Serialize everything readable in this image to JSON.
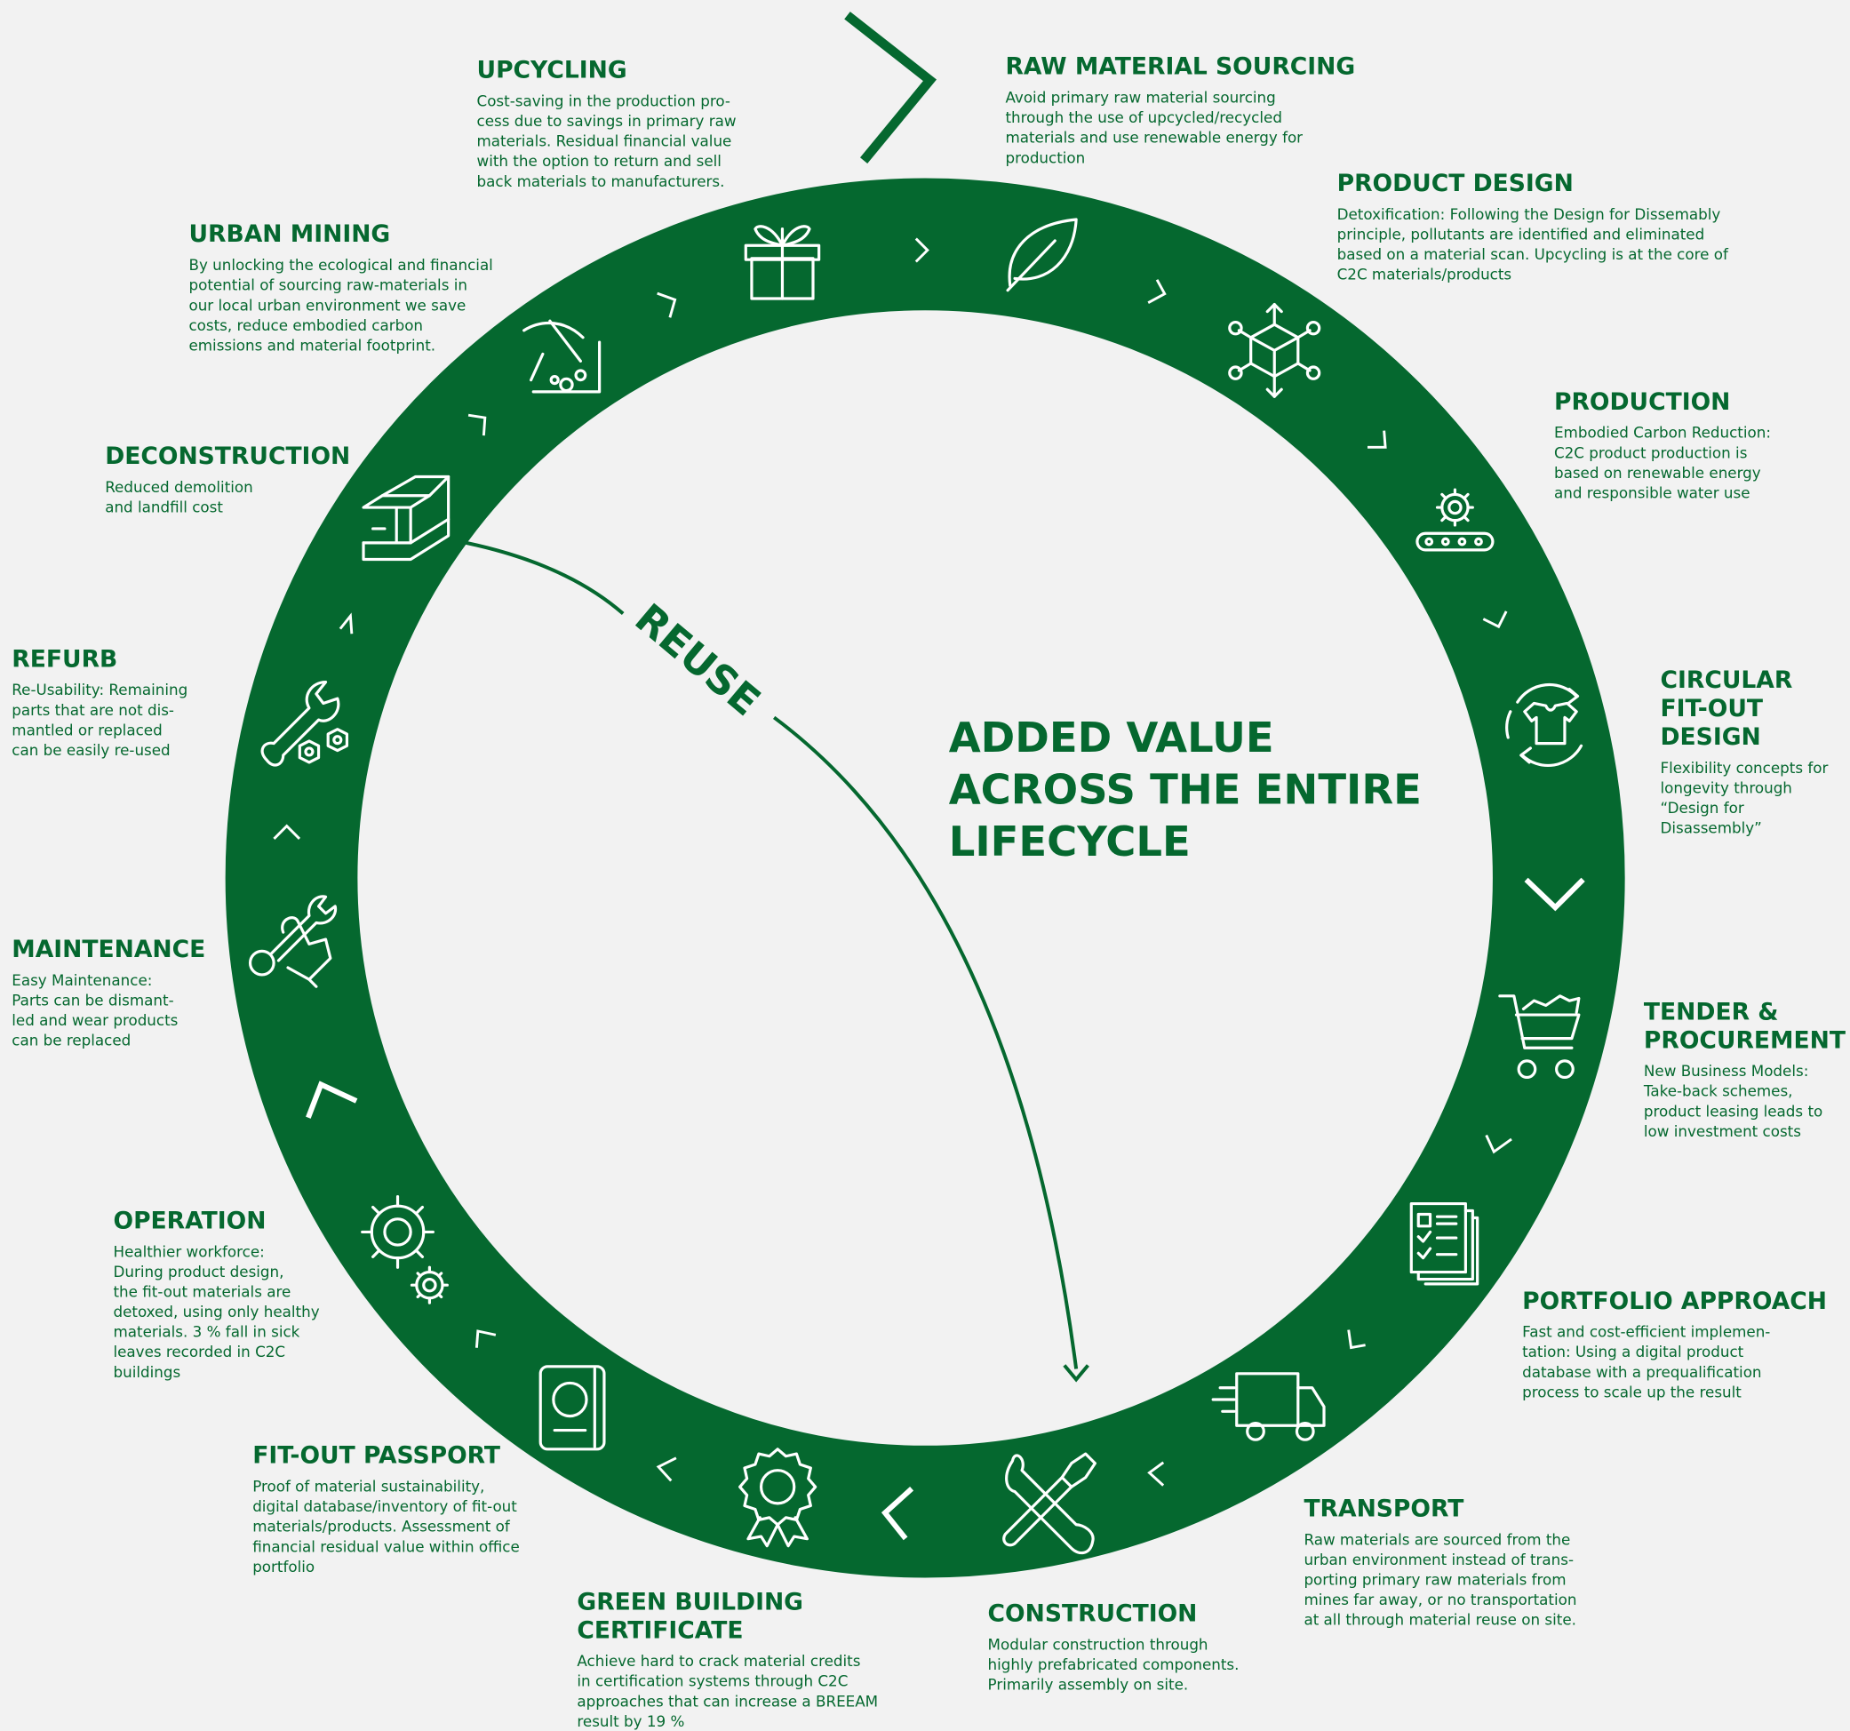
{
  "center_title": "ADDED VALUE\nACROSS THE ENTIRE\nLIFECYCLE",
  "reuse_label": "REUSE",
  "colors": {
    "brand_green": "#05682f",
    "background": "#f2f2f2",
    "icon_stroke": "#ffffff"
  },
  "stages": {
    "raw_material_sourcing": {
      "title": "RAW MATERIAL SOURCING",
      "text": "Avoid primary raw material sourcing\nthrough the use of upcycled/recycled\nmaterials and use renewable energy for\nproduction",
      "icon": "leaf-icon"
    },
    "product_design": {
      "title": "PRODUCT DESIGN",
      "text": "Detoxification: Following the Design for Dissemably\nprinciple, pollutants are identified and eliminated\nbased on a material scan. Upcycling is at the core of\nC2C materials/products",
      "icon": "cube-network-icon"
    },
    "production": {
      "title": "PRODUCTION",
      "text": "Embodied Carbon Reduction:\nC2C product production is\nbased on renewable energy\nand responsible water use",
      "icon": "conveyor-gear-icon"
    },
    "circular_fitout_design": {
      "title": "CIRCULAR\nFIT-OUT DESIGN",
      "text": "Flexibility concepts for\nlongevity through\n“Design for Disassembly”",
      "icon": "recycle-shirt-icon"
    },
    "tender_procurement": {
      "title": "TENDER &\nPROCUREMENT",
      "text": "New Business Models:\nTake-back schemes,\nproduct leasing leads to\nlow investment costs",
      "icon": "shopping-cart-icon"
    },
    "portfolio_approach": {
      "title": "PORTFOLIO APPROACH",
      "text": "Fast and cost-efficient implemen-\ntation: Using a digital product\ndatabase with a prequalification\nprocess to scale up the result",
      "icon": "checklist-documents-icon"
    },
    "transport": {
      "title": "TRANSPORT",
      "text": "Raw materials are sourced from the\nurban environment instead of trans-\nporting primary raw materials from\nmines far away, or no transportation\nat all through material reuse on site.",
      "icon": "delivery-truck-icon"
    },
    "construction": {
      "title": "CONSTRUCTION",
      "text": "Modular construction through\nhighly prefabricated components.\nPrimarily assembly on site.",
      "icon": "wrench-screwdriver-icon"
    },
    "green_building_certificate": {
      "title": "GREEN BUILDING\nCERTIFICATE",
      "text": "Achieve hard to crack material credits\nin certification systems through C2C\napproaches that can increase a BREEAM\nresult by 19 %",
      "icon": "award-badge-icon"
    },
    "fitout_passport": {
      "title": "FIT-OUT PASSPORT",
      "text": "Proof of material sustainability,\ndigital database/inventory of fit-out\nmaterials/products. Assessment of\nfinancial residual value within office\nportfolio",
      "icon": "passport-icon"
    },
    "operation": {
      "title": "OPERATION",
      "text": "Healthier workforce:\nDuring product design,\nthe fit-out materials are\ndetoxed, using only healthy\nmaterials. 3 % fall in sick\nleaves recorded in C2C\nbuildings",
      "icon": "gears-icon"
    },
    "maintenance": {
      "title": "MAINTENANCE",
      "text": "Easy Maintenance:\nParts can be dismant-\nled and wear products\ncan be replaced",
      "icon": "hand-wrench-icon"
    },
    "refurb": {
      "title": "REFURB",
      "text": "Re-Usability: Remaining\nparts that are not dis-\nmantled or replaced\ncan be easily re-used",
      "icon": "wrench-nuts-icon"
    },
    "deconstruction": {
      "title": "DECONSTRUCTION",
      "text": "Reduced demolition\nand landfill cost",
      "icon": "steel-beam-icon"
    },
    "urban_mining": {
      "title": "URBAN MINING",
      "text": "By unlocking the ecological and financial\npotential of sourcing raw-materials in\nour local urban environment we save\ncosts, reduce embodied carbon\nemissions and material footprint.",
      "icon": "pickaxe-icon"
    },
    "upcycling": {
      "title": "UPCYCLING",
      "text": "Cost-saving in the production pro-\ncess due to savings in primary raw\nmaterials. Residual financial value\nwith the option to return and sell\nback materials to manufacturers.",
      "icon": "plant-box-icon"
    }
  }
}
